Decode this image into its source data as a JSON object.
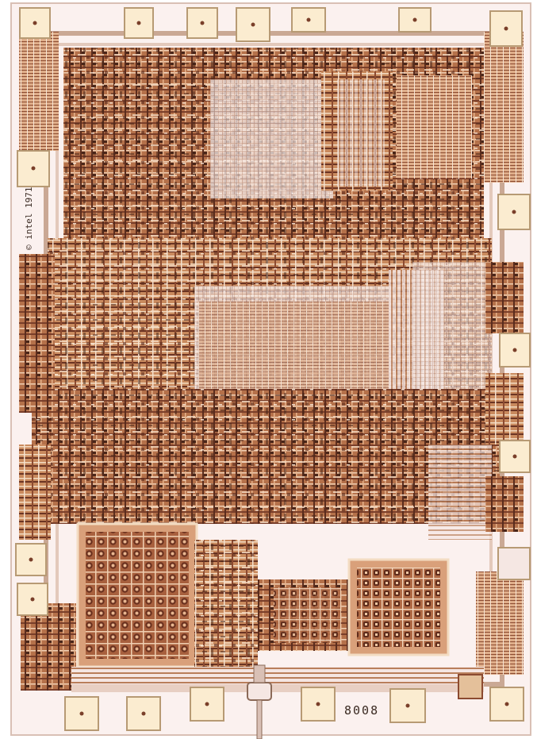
{
  "photo": {
    "subject": "microprocessor die photograph",
    "die_markings": {
      "copyright_mark": "© intel 1971",
      "part_number": "8008"
    },
    "colors": {
      "substrate": "#fbf1ef",
      "substrate_dark": "#e9d3cf",
      "metal_light": "#f3dcc2",
      "metal_mid": "#c98a5e",
      "metal_dark": "#7a3f2a",
      "poly_dark": "#4a2619",
      "bond_pad": "#fbecd0",
      "bond_pad_edge": "#b79a74",
      "frame": "#d9c0b5"
    }
  }
}
